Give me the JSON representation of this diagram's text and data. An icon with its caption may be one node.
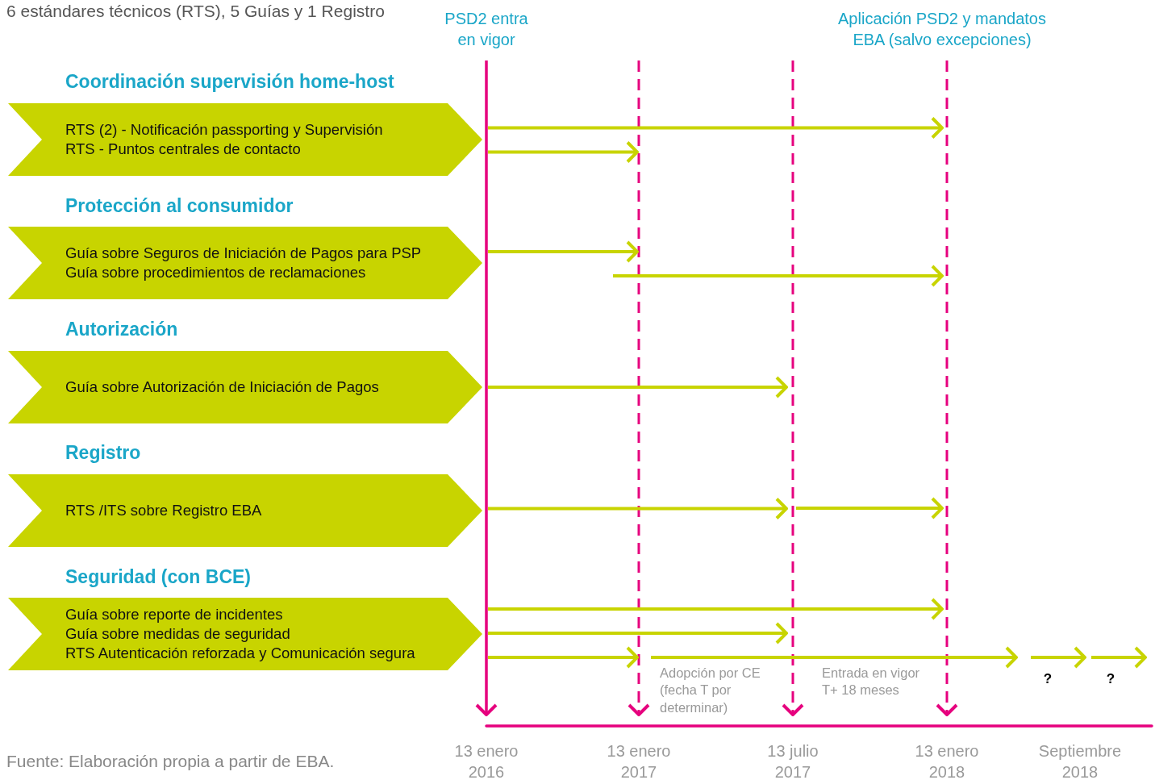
{
  "diagram": {
    "title": "6 estándares técnicos (RTS), 5 Guías y 1 Registro",
    "caption": "Fuente: Elaboración propia a partir de EBA.",
    "nodes": [
      {
        "text": [
          "Coordinación supervisión home-host",
          "RTS (2) - Notificación passporting y Supervisión",
          "RTS - Puntos centrales de contacto"
        ]
      },
      {
        "text": [
          "Protección al consumidor",
          "Guía sobre Seguros de Iniciación de Pagos para PSP",
          "Guía sobre procedimientos de reclamaciones"
        ]
      },
      {
        "text": [
          "Autorización",
          "Guía sobre Autorización de Iniciación de Pagos"
        ]
      },
      {
        "text": [
          "Registro",
          "RTS /ITS sobre Registro EBA"
        ]
      },
      {
        "text": [
          "Seguridad (con BCE)",
          "Guía sobre reporte de incidentes",
          "Guía sobre medidas de seguridad",
          "RTS Autenticación reforzada y Comunicación segura"
        ]
      }
    ],
    "edges": [
      {
        "from": 0,
        "to": null,
        "arrow": "to"
      },
      {
        "from": 0,
        "to": null,
        "arrow": "to"
      },
      {
        "from": 1,
        "to": null,
        "arrow": "to"
      },
      {
        "from": 2,
        "to": null,
        "arrow": "to"
      },
      {
        "from": 3,
        "to": null,
        "arrow": "to"
      },
      {
        "from": 4,
        "to": null,
        "arrow": "to"
      },
      {
        "from": 4,
        "to": null,
        "arrow": "to"
      },
      {
        "from": 4,
        "to": null,
        "arrow": "to"
      }
    ],
    "labels": [
      "PSD2 entra en vigor",
      "Aplicación PSD2 y mandatos EBA (salvo excepciones)",
      "Adopción por CE (fecha T por determinar)",
      "Entrada en vigor T+ 18 meses",
      "?",
      "?",
      "13 enero 2016",
      "13 enero 2017",
      "13 julio 2017",
      "13 enero 2018",
      "Septiembre 2018"
    ]
  }
}
